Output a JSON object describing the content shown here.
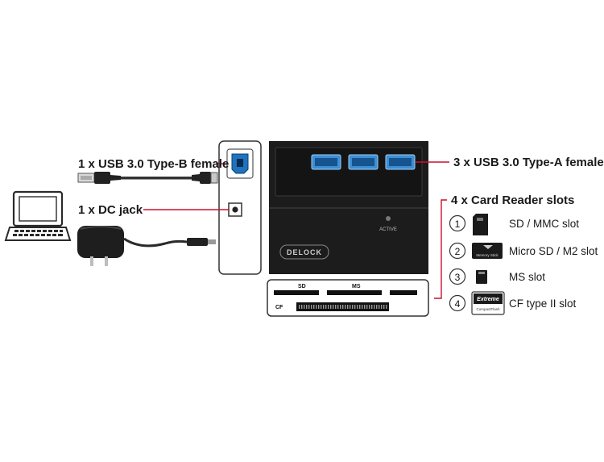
{
  "labels": {
    "usb_b": "1 x USB 3.0 Type-B female",
    "dc_jack": "1 x DC jack",
    "usb_a": "3 x USB 3.0 Type-A female",
    "card_reader": "4 x Card Reader slots"
  },
  "slots": [
    {
      "num": "1",
      "label": "SD / MMC slot",
      "icon": "sd-card-icon"
    },
    {
      "num": "2",
      "label": "Micro SD / M2 slot",
      "icon": "micro-sd-card-icon"
    },
    {
      "num": "3",
      "label": "MS slot",
      "icon": "memory-stick-icon"
    },
    {
      "num": "4",
      "label": "CF type II slot",
      "icon": "cf-card-icon"
    }
  ],
  "device": {
    "brand": "DELOCK",
    "active_label": "ACTIVE",
    "sd_slot_label": "SD",
    "ms_slot_label": "MS",
    "cf_slot_label": "CF"
  },
  "card_icon_text": {
    "m2": "Memory Stick",
    "cf_line1": "Extreme",
    "cf_line2": "CompactFlash"
  },
  "colors": {
    "accent_leader": "#c8102e",
    "usb3_blue": "#1e73be",
    "device_body": "#1c1c1c"
  }
}
